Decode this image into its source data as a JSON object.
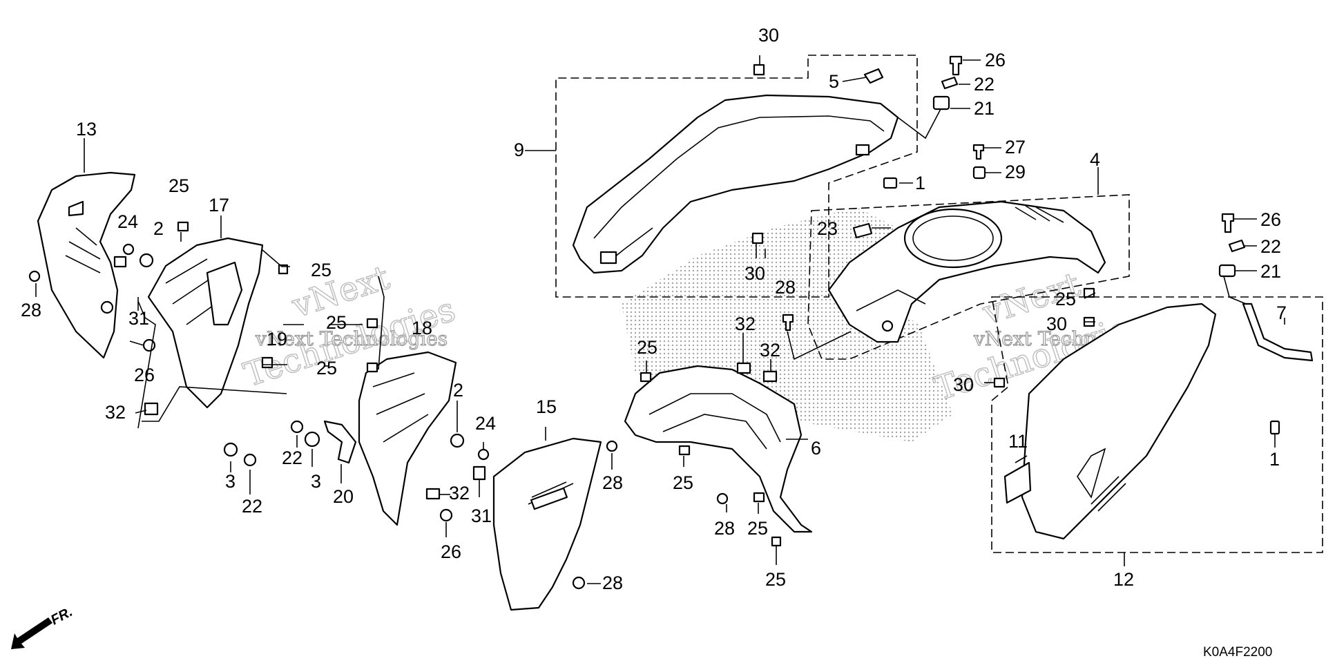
{
  "diagram_code": "K0A4F2200",
  "direction_label": "FR.",
  "watermark": {
    "line1": "vNext",
    "line2": "vNext Technologies",
    "line3": "Technologies"
  },
  "callouts": {
    "c1a": "1",
    "c1b": "1",
    "c2a": "2",
    "c2b": "2",
    "c3a": "3",
    "c3b": "3",
    "c4": "4",
    "c5": "5",
    "c6": "6",
    "c7": "7",
    "c9": "9",
    "c11": "11",
    "c12": "12",
    "c13": "13",
    "c15": "15",
    "c17": "17",
    "c18": "18",
    "c19": "19",
    "c20": "20",
    "c21a": "21",
    "c21b": "21",
    "c22a": "22",
    "c22b": "22",
    "c22c": "22",
    "c22d": "22",
    "c23": "23",
    "c24a": "24",
    "c24b": "24",
    "c25a": "25",
    "c25b": "25",
    "c25c": "25",
    "c25d": "25",
    "c25e": "25",
    "c25f": "25",
    "c25g": "25",
    "c25h": "25",
    "c25i": "25",
    "c26a": "26",
    "c26b": "26",
    "c26c": "26",
    "c26d": "26",
    "c27": "27",
    "c28a": "28",
    "c28b": "28",
    "c28c": "28",
    "c28d": "28",
    "c28e": "28",
    "c29": "29",
    "c30a": "30",
    "c30b": "30",
    "c30c": "30",
    "c30d": "30",
    "c31a": "31",
    "c31b": "31",
    "c32a": "32",
    "c32b": "32",
    "c32c": "32",
    "c32d": "32"
  }
}
